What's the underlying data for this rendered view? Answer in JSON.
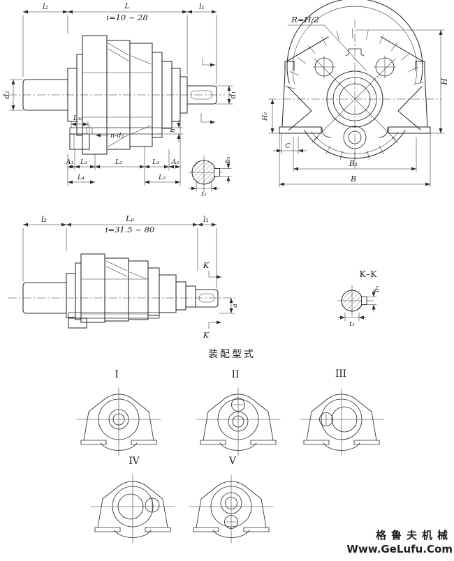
{
  "drawing": {
    "title": "gear reducer dimension drawing",
    "ink": "#2b2b2b",
    "watermark_color": "#f49a94",
    "view1": {
      "ratio": "i=10 ~ 28",
      "l2": "l₂",
      "L": "L",
      "l1": "l₁",
      "d2": "d₂",
      "d1": "d₁",
      "h": "h",
      "L10": "L₁₀",
      "nd3": "n-d₃",
      "A1": "A₁",
      "L1": "L₁",
      "L2": "L₂",
      "L3": "L₃",
      "A2": "A₂",
      "L4": "L₄",
      "L5": "L₅"
    },
    "detail1": {
      "b1": "b₁",
      "t1": "t₁"
    },
    "front": {
      "R": "R=H/2",
      "H": "H",
      "H0": "H₀",
      "C": "C",
      "B1": "B₁",
      "B": "B"
    },
    "view2": {
      "ratio": "i=31.5 ~ 80",
      "l2": "l₂",
      "Lp": "Lₚ",
      "l1": "l₁",
      "K": "K",
      "a": "a"
    },
    "detail2": {
      "title": "K–K",
      "b1": "b₁",
      "t1": "t₁"
    },
    "assembly": {
      "heading": "装配型式",
      "types": [
        "I",
        "II",
        "III",
        "IV",
        "V"
      ]
    },
    "watermark": {
      "line1": "格鲁夫机械",
      "line2": "Www.GeLufu.Com"
    }
  }
}
